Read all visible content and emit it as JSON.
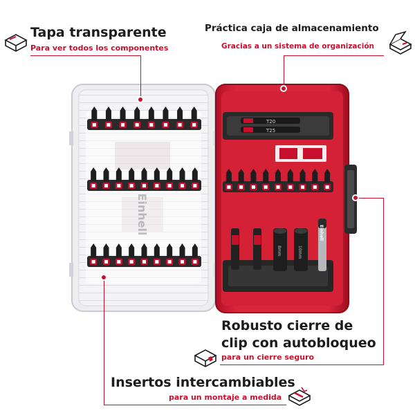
{
  "callouts": {
    "lid": {
      "title": "Tapa transparente",
      "subtitle": "Para ver todos los componentes"
    },
    "storage": {
      "title": "Práctica caja de almacenamiento",
      "subtitle": "Gracias a un sistema de organización"
    },
    "clip": {
      "title_line1": "Robusto cierre de",
      "title_line2": "clip con autobloqueo",
      "subtitle": "para un cierre seguro"
    },
    "inserts": {
      "title": "Insertos intercambiables",
      "subtitle": "para un montaje a medida"
    }
  },
  "product": {
    "brand": "Einhell",
    "lid_watermark": "Einhell",
    "bit_labels": [
      "T20",
      "T25"
    ],
    "nut_labels": [
      "8mm",
      "10mm"
    ]
  },
  "colors": {
    "accent": "#c8102e",
    "text": "#1c1c1c",
    "case_red": "#d9253a",
    "bit_black": "#222222"
  },
  "icons": [
    "closed-box-icon",
    "open-box-icon",
    "latched-box-icon",
    "insert-tray-icon"
  ]
}
